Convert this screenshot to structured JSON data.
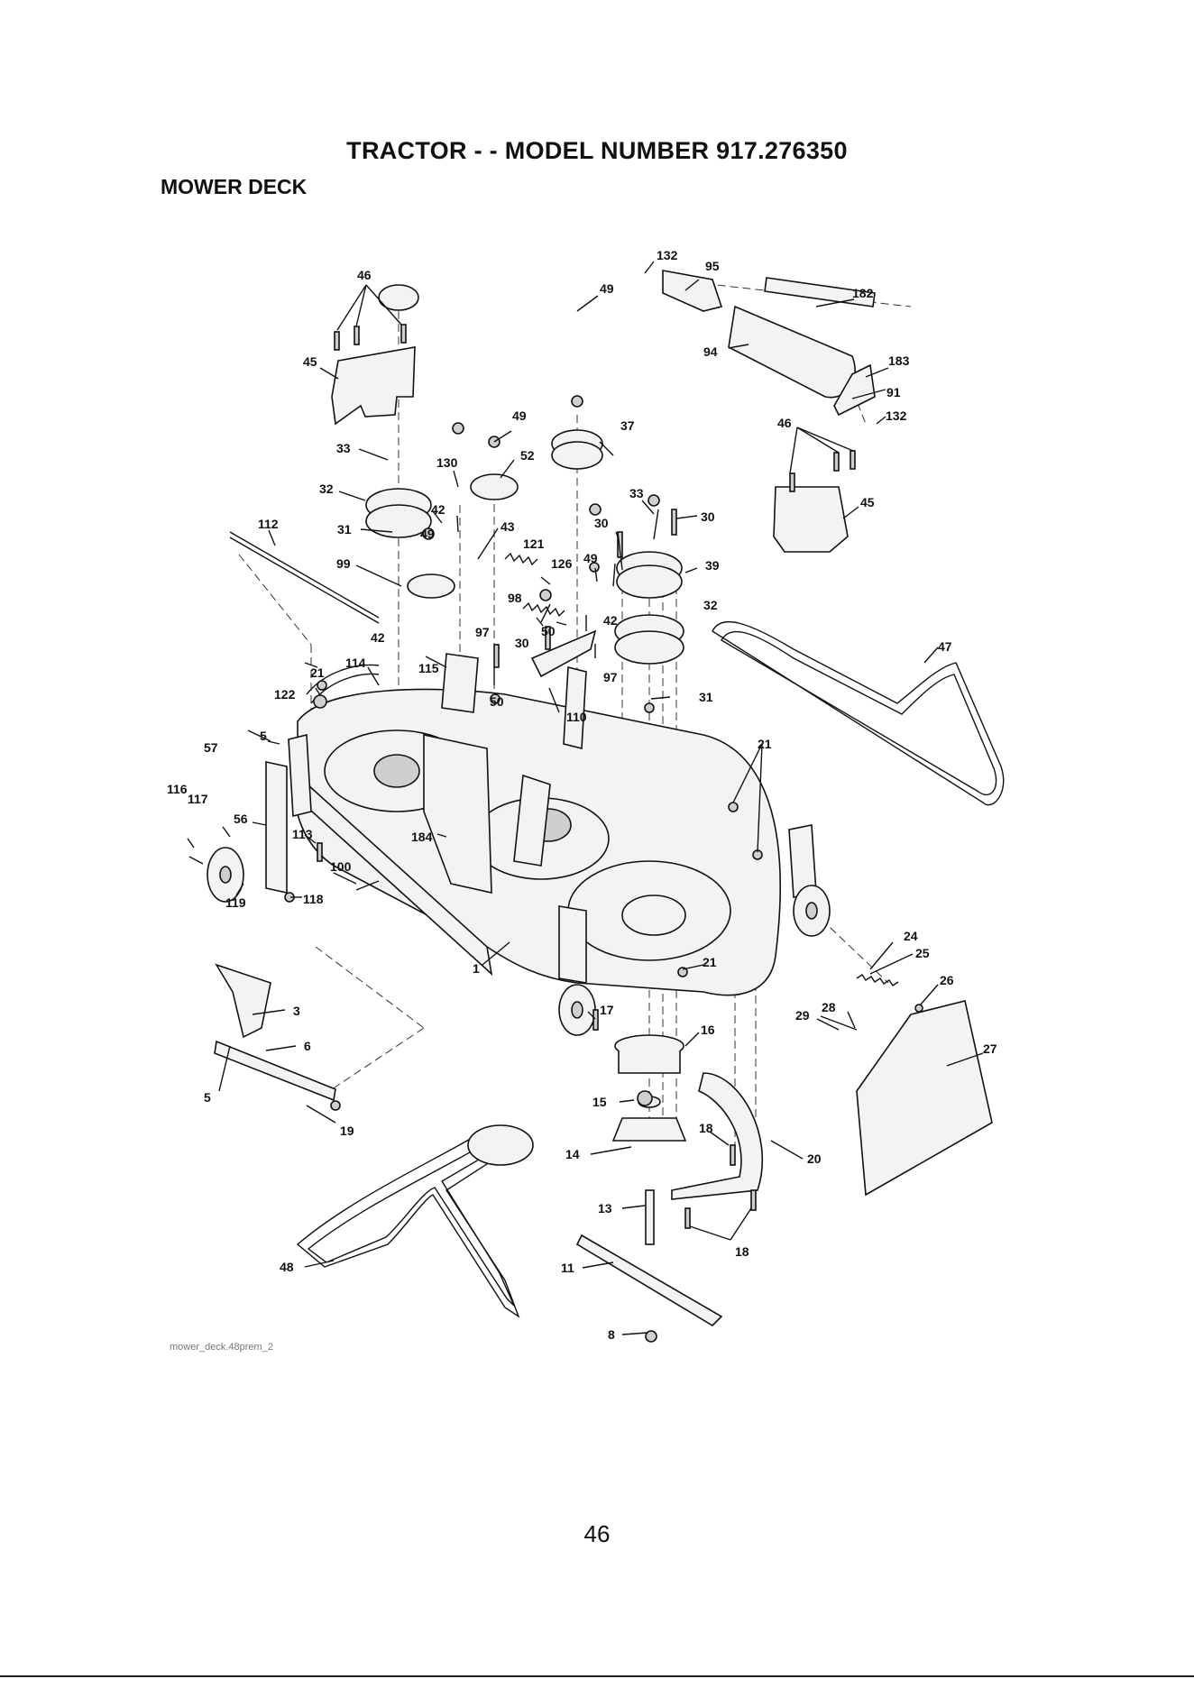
{
  "document": {
    "title": "TRACTOR - - MODEL NUMBER 917.276350",
    "subtitle": "MOWER DECK",
    "page_number": "46",
    "source_label": "mower_deck.48prem_2"
  },
  "callouts": [
    {
      "id": "c46a",
      "label": "46"
    },
    {
      "id": "c45a",
      "label": "45"
    },
    {
      "id": "c33a",
      "label": "33"
    },
    {
      "id": "c32a",
      "label": "32"
    },
    {
      "id": "c31a",
      "label": "31"
    },
    {
      "id": "c112",
      "label": "112"
    },
    {
      "id": "c99",
      "label": "99"
    },
    {
      "id": "c130",
      "label": "130"
    },
    {
      "id": "c42a",
      "label": "42"
    },
    {
      "id": "c49a",
      "label": "49"
    },
    {
      "id": "c49b",
      "label": "49"
    },
    {
      "id": "c52",
      "label": "52"
    },
    {
      "id": "c43",
      "label": "43"
    },
    {
      "id": "c49c",
      "label": "49"
    },
    {
      "id": "c37",
      "label": "37"
    },
    {
      "id": "c132a",
      "label": "132"
    },
    {
      "id": "c95",
      "label": "95"
    },
    {
      "id": "c182",
      "label": "182"
    },
    {
      "id": "c94",
      "label": "94"
    },
    {
      "id": "c183",
      "label": "183"
    },
    {
      "id": "c91",
      "label": "91"
    },
    {
      "id": "c132b",
      "label": "132"
    },
    {
      "id": "c46b",
      "label": "46"
    },
    {
      "id": "c45b",
      "label": "45"
    },
    {
      "id": "c33b",
      "label": "33"
    },
    {
      "id": "c30a",
      "label": "30"
    },
    {
      "id": "c30b",
      "label": "30"
    },
    {
      "id": "c39",
      "label": "39"
    },
    {
      "id": "c32b",
      "label": "32"
    },
    {
      "id": "c121",
      "label": "121"
    },
    {
      "id": "c126",
      "label": "126"
    },
    {
      "id": "c49d",
      "label": "49"
    },
    {
      "id": "c98",
      "label": "98"
    },
    {
      "id": "c42b",
      "label": "42"
    },
    {
      "id": "c97a",
      "label": "97"
    },
    {
      "id": "c42c",
      "label": "42"
    },
    {
      "id": "c50a",
      "label": "50"
    },
    {
      "id": "c30c",
      "label": "30"
    },
    {
      "id": "c97b",
      "label": "97"
    },
    {
      "id": "c47",
      "label": "47"
    },
    {
      "id": "c21a",
      "label": "21"
    },
    {
      "id": "c114",
      "label": "114"
    },
    {
      "id": "c115",
      "label": "115"
    },
    {
      "id": "c50b",
      "label": "50"
    },
    {
      "id": "c110",
      "label": "110"
    },
    {
      "id": "c31b",
      "label": "31"
    },
    {
      "id": "c122",
      "label": "122"
    },
    {
      "id": "c5a",
      "label": "5"
    },
    {
      "id": "c57",
      "label": "57"
    },
    {
      "id": "c21b",
      "label": "21"
    },
    {
      "id": "c116",
      "label": "116"
    },
    {
      "id": "c117",
      "label": "117"
    },
    {
      "id": "c56",
      "label": "56"
    },
    {
      "id": "c113",
      "label": "113"
    },
    {
      "id": "c184",
      "label": "184"
    },
    {
      "id": "c100",
      "label": "100"
    },
    {
      "id": "c119",
      "label": "119"
    },
    {
      "id": "c118",
      "label": "118"
    },
    {
      "id": "c1",
      "label": "1"
    },
    {
      "id": "c24",
      "label": "24"
    },
    {
      "id": "c25",
      "label": "25"
    },
    {
      "id": "c21c",
      "label": "21"
    },
    {
      "id": "c26",
      "label": "26"
    },
    {
      "id": "c3",
      "label": "3"
    },
    {
      "id": "c17",
      "label": "17"
    },
    {
      "id": "c29",
      "label": "29"
    },
    {
      "id": "c28",
      "label": "28"
    },
    {
      "id": "c27",
      "label": "27"
    },
    {
      "id": "c6",
      "label": "6"
    },
    {
      "id": "c16",
      "label": "16"
    },
    {
      "id": "c5b",
      "label": "5"
    },
    {
      "id": "c15",
      "label": "15"
    },
    {
      "id": "c19",
      "label": "19"
    },
    {
      "id": "c18a",
      "label": "18"
    },
    {
      "id": "c14",
      "label": "14"
    },
    {
      "id": "c20",
      "label": "20"
    },
    {
      "id": "c13",
      "label": "13"
    },
    {
      "id": "c18b",
      "label": "18"
    },
    {
      "id": "c48",
      "label": "48"
    },
    {
      "id": "c11",
      "label": "11"
    },
    {
      "id": "c8",
      "label": "8"
    }
  ]
}
